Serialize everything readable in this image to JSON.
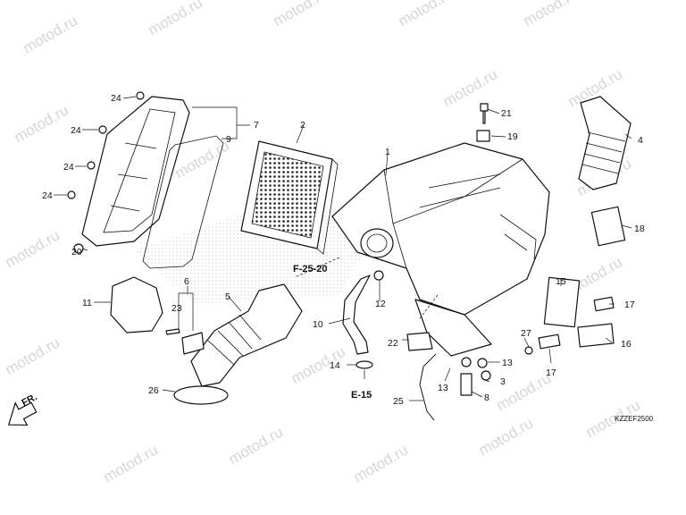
{
  "watermark_text": "motod.ru",
  "diagram_code": "KZZEF2500",
  "front_arrow_label": "FR.",
  "cross_refs": [
    "F-25-20",
    "E-15"
  ],
  "callouts": {
    "c1": "1",
    "c2": "2",
    "c4": "4",
    "c5": "5",
    "c6": "6",
    "c7": "7",
    "c8": "8",
    "c9": "9",
    "c10": "10",
    "c11": "11",
    "c12": "12",
    "c13a": "13",
    "c13b": "13",
    "c14": "14",
    "c16": "16",
    "c15": "15",
    "c17a": "17",
    "c17b": "17",
    "c18": "18",
    "c19": "19",
    "c20": "20",
    "c21": "21",
    "c22": "22",
    "c23": "23",
    "c24a": "24",
    "c24b": "24",
    "c24c": "24",
    "c24d": "24",
    "c25": "25",
    "c26": "26",
    "c27": "27",
    "c3": "3"
  },
  "colors": {
    "line": "#111111",
    "watermark": "#d6d6d6",
    "background": "#ffffff"
  }
}
